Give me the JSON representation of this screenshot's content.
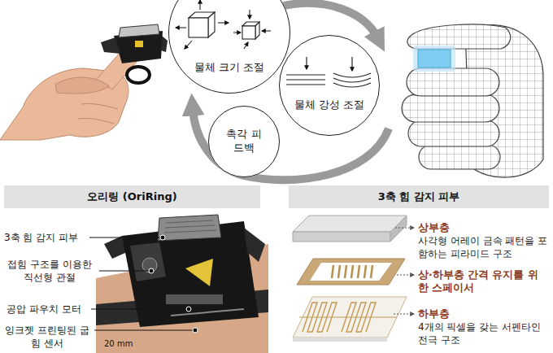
{
  "diagram": {
    "nodes": [
      {
        "text": [
          "물체 크기 조절"
        ]
      },
      {
        "text": [
          "물체 강성 조절"
        ]
      },
      {
        "text": [
          "촉각 피드백"
        ]
      },
      {
        "text": [
          "오리링 (OriRing)"
        ]
      },
      {
        "text": [
          "3축 힘 감지 피부"
        ]
      }
    ],
    "labels": [
      "3축 힘 감지 피부",
      "접힘 구조를 이용한 직선형 관절",
      "공압 파우치 모터",
      "잉크젯 프린팅된 굽힘 센서",
      "20 mm",
      "상부층",
      "사각형 어레이 금속 패턴을 포함하는 피라미드 구조",
      "상·하부층 간격 유지를 위한 스페이서",
      "하부층",
      "4개의 픽셀을 갖는 서펜타인 전극 구조"
    ]
  }
}
